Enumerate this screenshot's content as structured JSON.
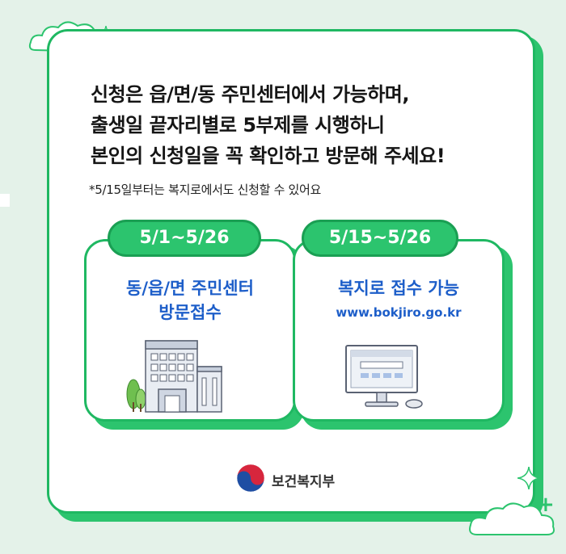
{
  "headline": {
    "line1": "신청은 읍/면/동 주민센터에서 가능하며,",
    "line2": "출생일 끝자리별로 5부제를 시행하니",
    "line3": "본인의 신청일을 꼭 확인하고 방문해 주세요!"
  },
  "note": "*5/15일부터는 복지로에서도 신청할 수 있어요",
  "panels": [
    {
      "date": "5/1~5/26",
      "title_line1": "동/읍/면 주민센터",
      "title_line2": "방문접수",
      "icon": "building-icon"
    },
    {
      "date": "5/15~5/26",
      "title_line1": "복지로 접수 가능",
      "url": "www.bokjiro.go.kr",
      "icon": "computer-icon"
    }
  ],
  "footer": {
    "logo_text": "보건복지부",
    "logo_icon": "taegeuk-logo"
  },
  "colors": {
    "green": "#2cc46e",
    "blue": "#1d5ec9",
    "background": "#e4f2e9"
  }
}
